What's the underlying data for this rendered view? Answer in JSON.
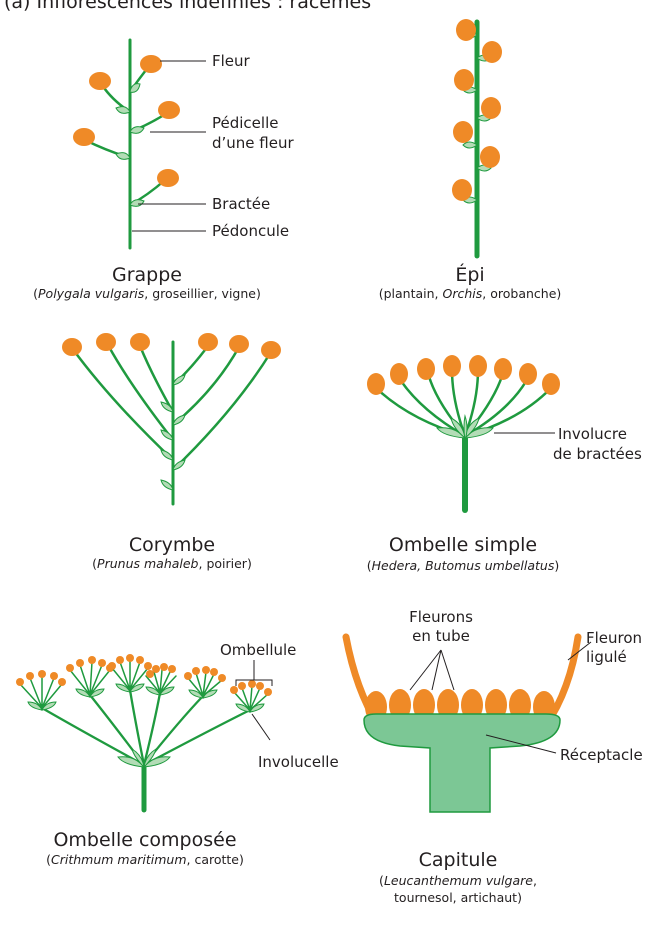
{
  "heading": "(a) Inflorescences indéfinies : racèmes",
  "grappe": {
    "name": "Grappe",
    "examples": {
      "italic": "Polygala vulgaris",
      "rest": ", groseillier, vigne"
    },
    "labels": {
      "fleur": "Fleur",
      "pedicelle_1": "Pédicelle",
      "pedicelle_2": "d’une fleur",
      "bractee": "Bractée",
      "pedoncule": "Pédoncule"
    }
  },
  "epi": {
    "name": "Épi",
    "examples": {
      "before": "plantain, ",
      "italic": "Orchis",
      "after": ", orobanche"
    }
  },
  "corymbe": {
    "name": "Corymbe",
    "examples": {
      "italic": "Prunus mahaleb",
      "rest": ", poirier"
    }
  },
  "ombelle_simple": {
    "name": "Ombelle simple",
    "examples": {
      "italic": "Hedera, Butomus umbellatus"
    },
    "labels": {
      "involucre_1": "Involucre",
      "involucre_2": "de bractées"
    }
  },
  "ombelle_composee": {
    "name": "Ombelle composée",
    "examples": {
      "italic": "Crithmum maritimum",
      "rest": ", carotte"
    },
    "labels": {
      "ombellule": "Ombellule",
      "involucelle": "Involucelle"
    }
  },
  "capitule": {
    "name": "Capitule",
    "examples": {
      "italic": "Leucanthemum vulgare",
      "rest": ",",
      "line2": "tournesol, artichaut"
    },
    "labels": {
      "fleurons_1": "Fleurons",
      "fleurons_2": "en tube",
      "fleuron_ligule_1": "Fleuron",
      "fleuron_ligule_2": "ligulé",
      "receptacle": "Réceptacle"
    }
  },
  "colors": {
    "flower": "#ef8a27",
    "stem": "#1f9a3f",
    "leaf": "#b3dcb6",
    "receptacle": "#7cc795"
  }
}
